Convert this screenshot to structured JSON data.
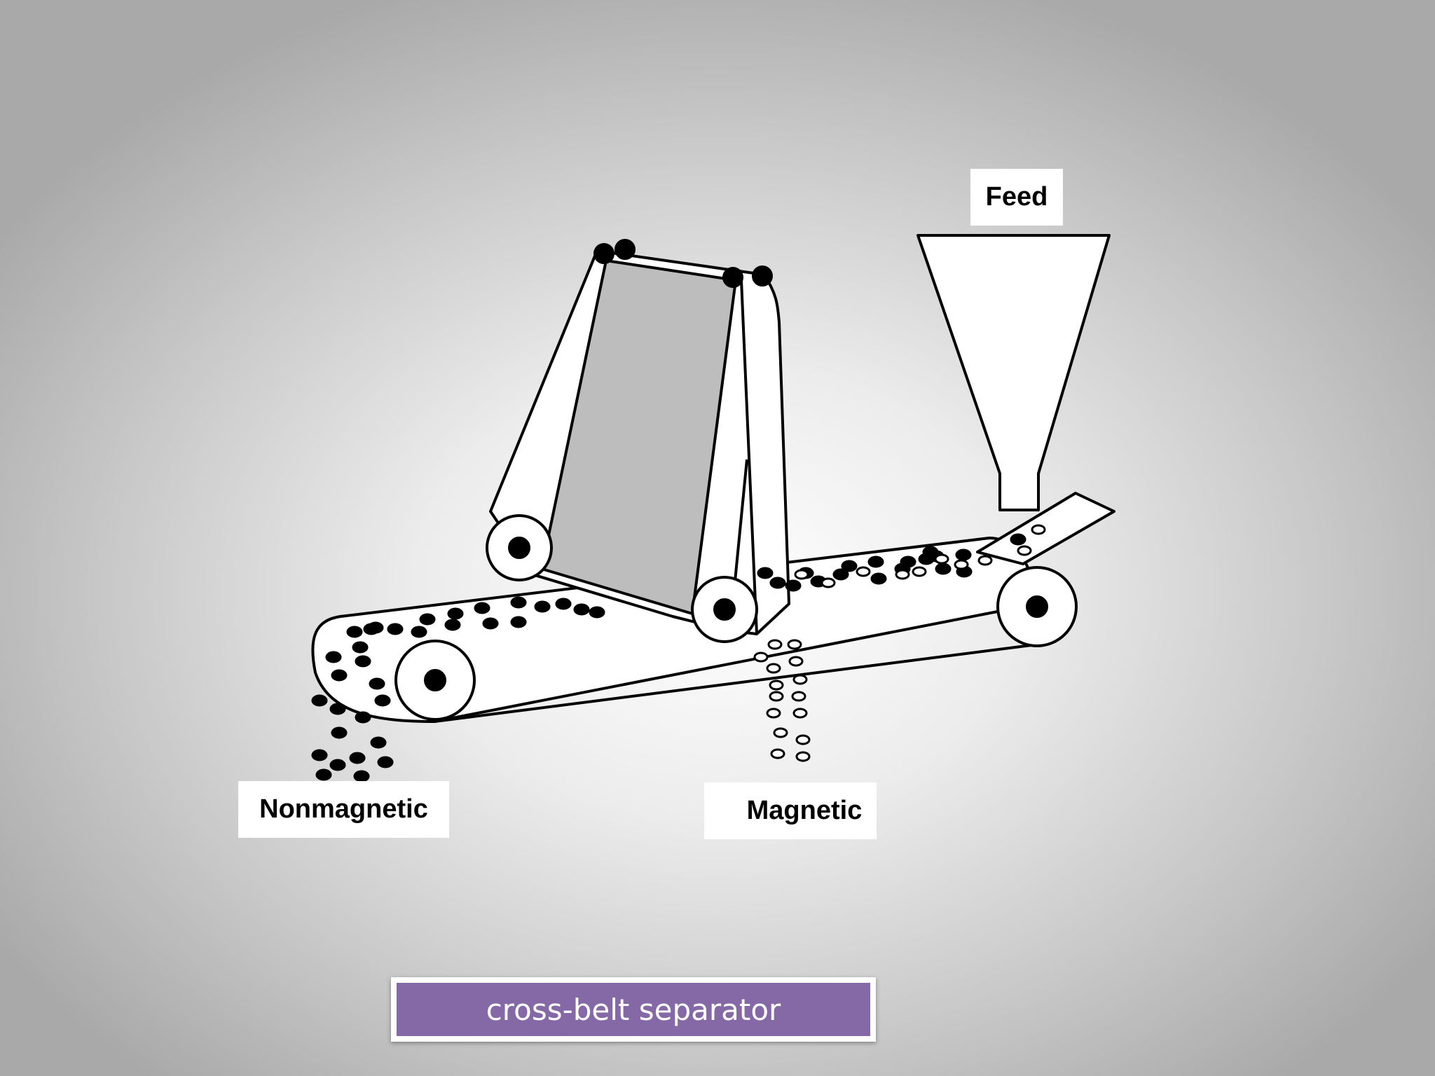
{
  "labels": {
    "feed": "Feed",
    "nonmagnetic": "Nonmagnetic",
    "magnetic": "Magnetic"
  },
  "caption": "cross-belt separator",
  "colors": {
    "caption_background": "#8568a6",
    "caption_text": "#ffffff",
    "magnet_fill": "#bdbdbd",
    "line": "#000000"
  }
}
